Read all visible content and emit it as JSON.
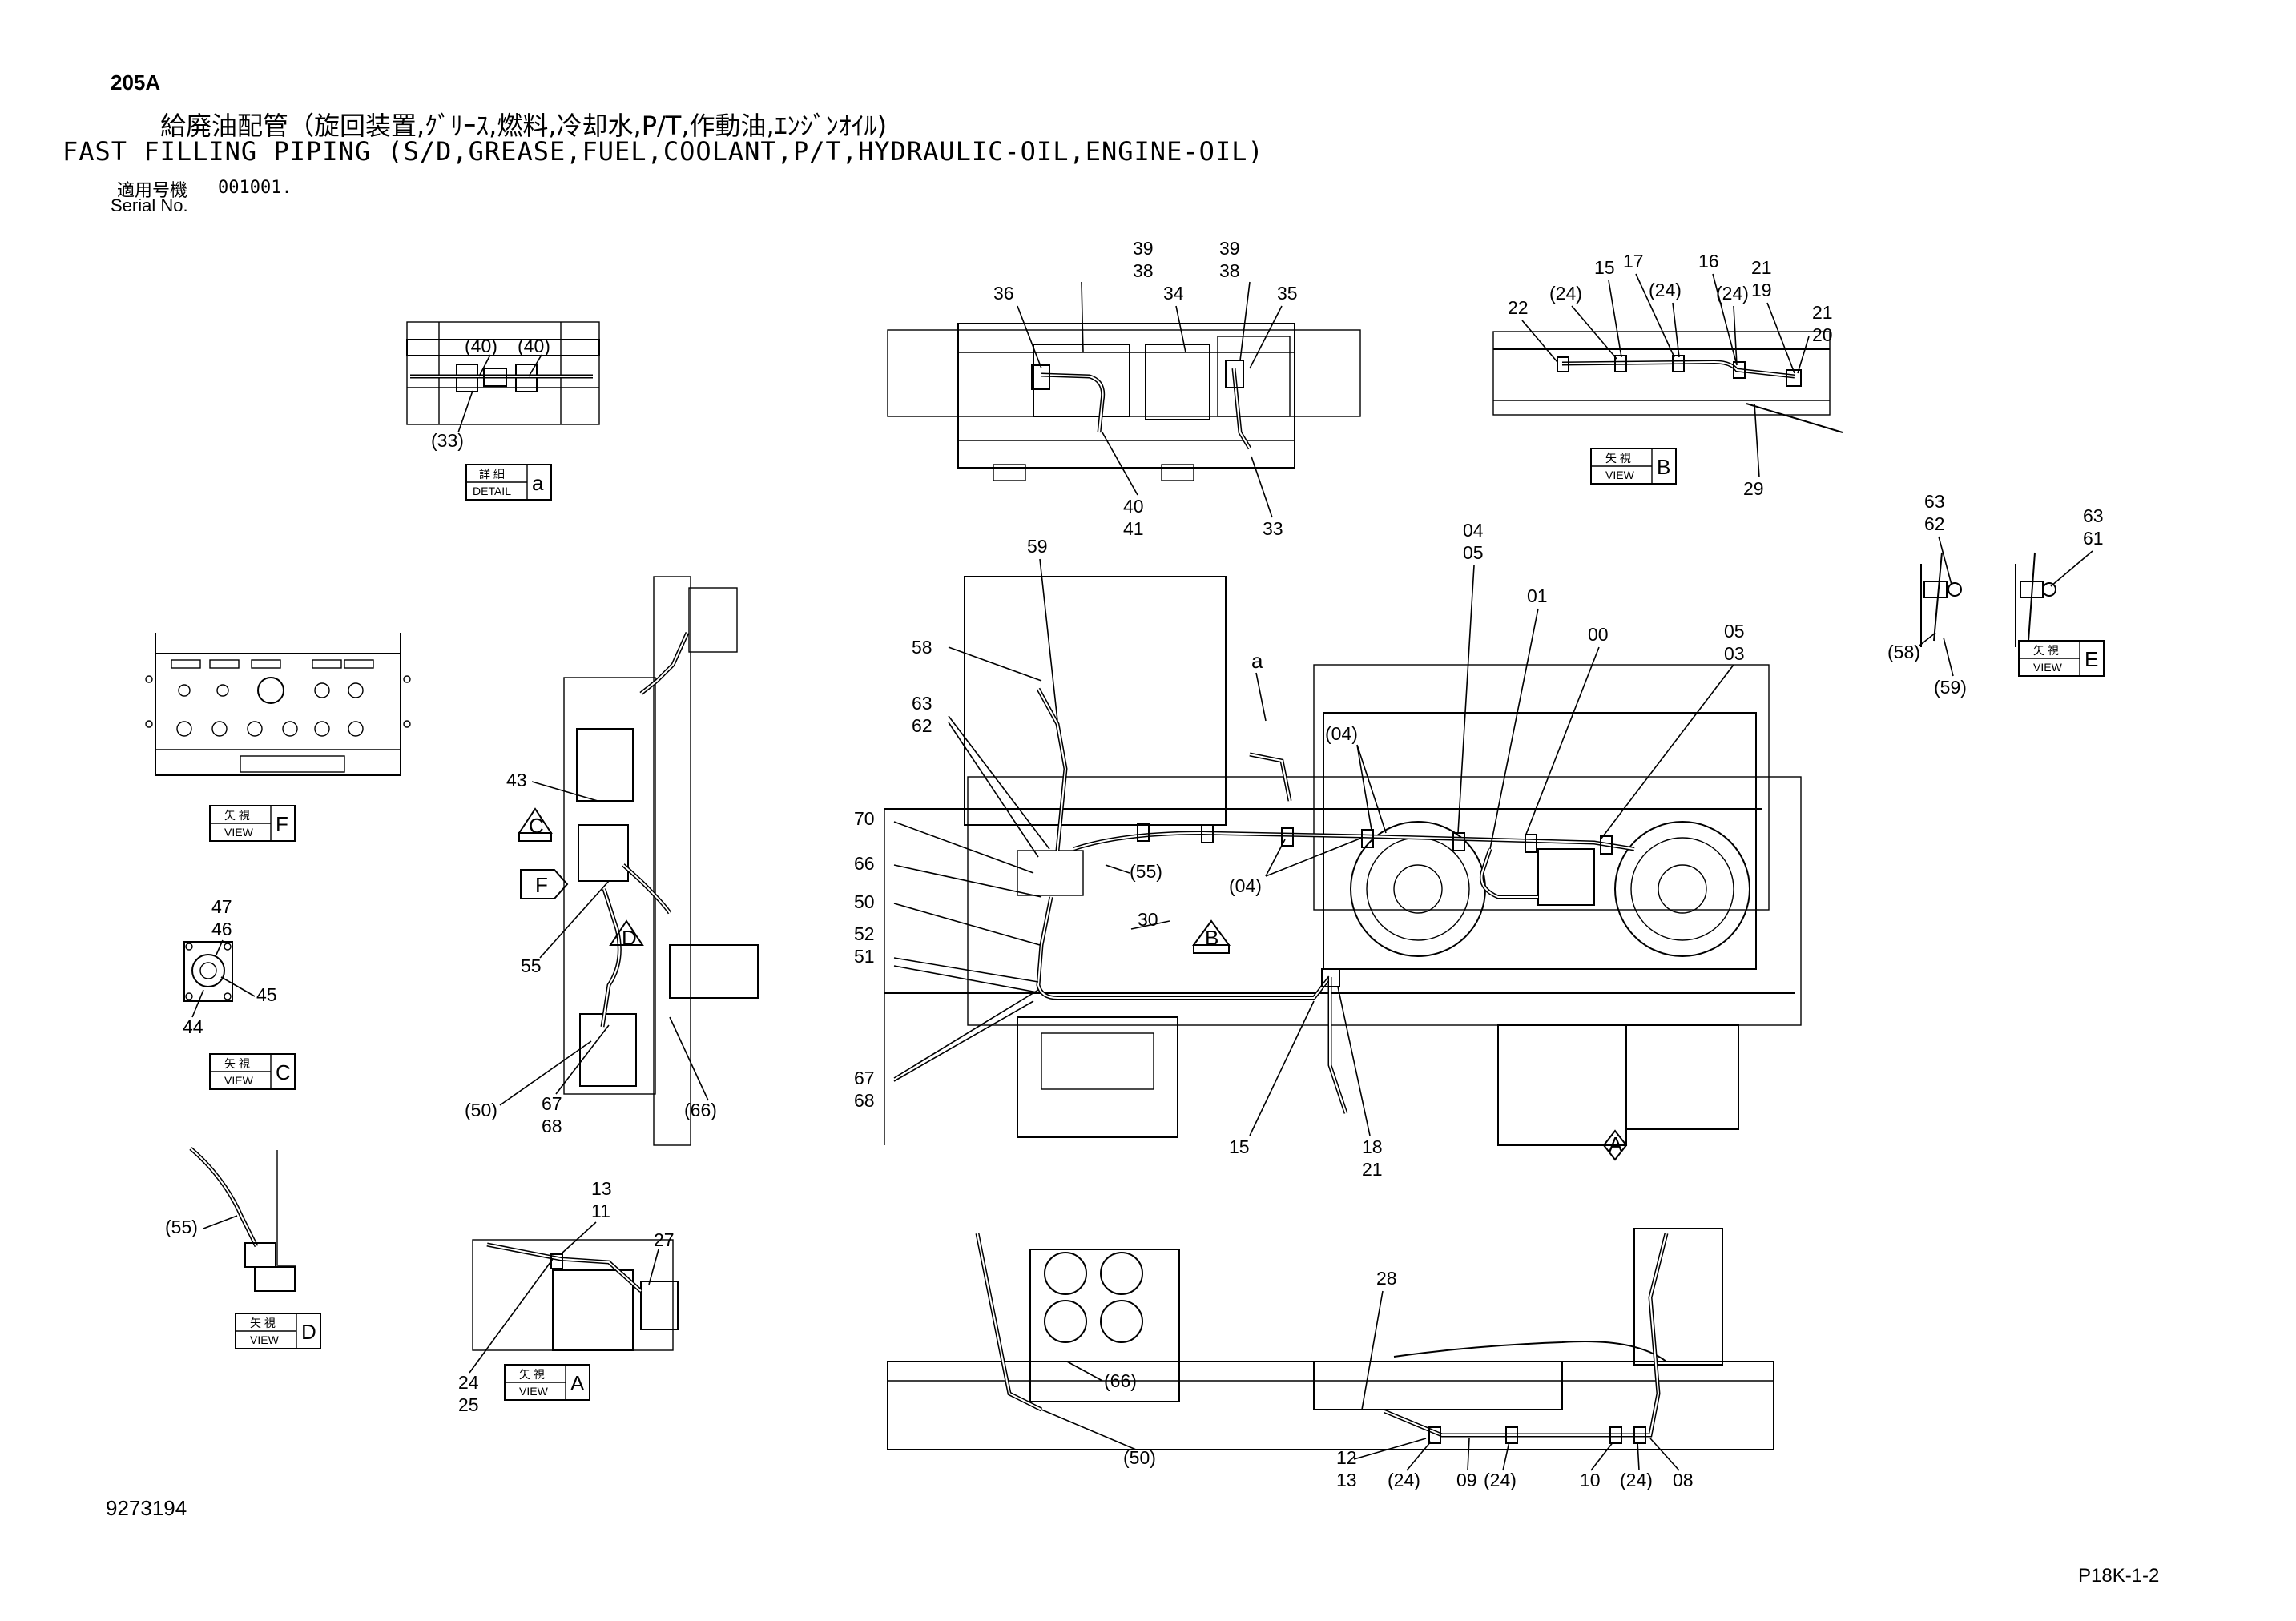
{
  "header": {
    "page_code": "205A",
    "title_ja": "給廃油配管（旋回装置,ｸﾞﾘｰｽ,燃料,冷却水,P/T,作動油,ｴﾝｼﾞﾝｵｲﾙ)",
    "title_en": "FAST FILLING PIPING (S/D,GREASE,FUEL,COOLANT,P/T,HYDRAULIC-OIL,ENGINE-OIL)",
    "serial_label_ja": "適用号機",
    "serial_number": "001001.",
    "serial_label_en": "Serial No."
  },
  "footer": {
    "document_number": "9273194",
    "sheet_number": "P18K-1-2"
  },
  "view_tags": {
    "detail_ja": "詳 細",
    "detail_en": "DETAIL",
    "view_ja": "矢 視",
    "view_en": "VIEW"
  },
  "views": [
    {
      "id": "a",
      "kind": "detail"
    },
    {
      "id": "B",
      "kind": "view"
    },
    {
      "id": "E",
      "kind": "view"
    },
    {
      "id": "F",
      "kind": "view"
    },
    {
      "id": "C",
      "kind": "view"
    },
    {
      "id": "D",
      "kind": "view"
    },
    {
      "id": "A",
      "kind": "view"
    }
  ],
  "direction_markers": {
    "C": "C",
    "F": "F",
    "D": "D",
    "B": "B",
    "A": "A",
    "a": "a"
  },
  "callouts": {
    "c40a": "(40)",
    "c40b": "(40)",
    "c33d": "(33)",
    "c39a": "39",
    "c38a": "38",
    "c36": "36",
    "c34": "34",
    "c39b": "39",
    "c38b": "38",
    "c35": "35",
    "c40": "40",
    "c41": "41",
    "c33": "33",
    "c22": "22",
    "c24a": "(24)",
    "c15a": "15",
    "c17": "17",
    "c24b": "(24)",
    "c16": "16",
    "c24c": "(24)",
    "c21a": "21",
    "c19": "19",
    "c21b": "21",
    "c20": "20",
    "c29": "29",
    "c63e": "63",
    "c62e": "62",
    "c63f": "63",
    "c61": "61",
    "c58e": "(58)",
    "c59e": "(59)",
    "c47": "47",
    "c46": "46",
    "c45": "45",
    "c44": "44",
    "c43": "43",
    "c55": "55",
    "c50p": "(50)",
    "c67a": "67",
    "c68a": "68",
    "c66p": "(66)",
    "c59": "59",
    "c58": "58",
    "c63": "63",
    "c62": "62",
    "c70": "70",
    "c66": "66",
    "c50": "50",
    "c52": "52",
    "c51": "51",
    "c67b": "67",
    "c68b": "68",
    "c55p": "(55)",
    "c30": "30",
    "c04p1": "(04)",
    "c04p2": "(04)",
    "c0405a": "04",
    "c0405b": "05",
    "c01": "01",
    "c00": "00",
    "c05": "05",
    "c03": "03",
    "c15b": "15",
    "c18": "18",
    "c21c": "21",
    "c55v": "(55)",
    "c13a": "13",
    "c11": "11",
    "c27": "27",
    "c24": "24",
    "c25": "25",
    "c66b": "(66)",
    "c50b": "(50)",
    "c28": "28",
    "c12": "12",
    "c13b": "13",
    "c24d": "(24)",
    "c09": "09",
    "c24e": "(24)",
    "c10": "10",
    "c24f": "(24)",
    "c08": "08"
  }
}
